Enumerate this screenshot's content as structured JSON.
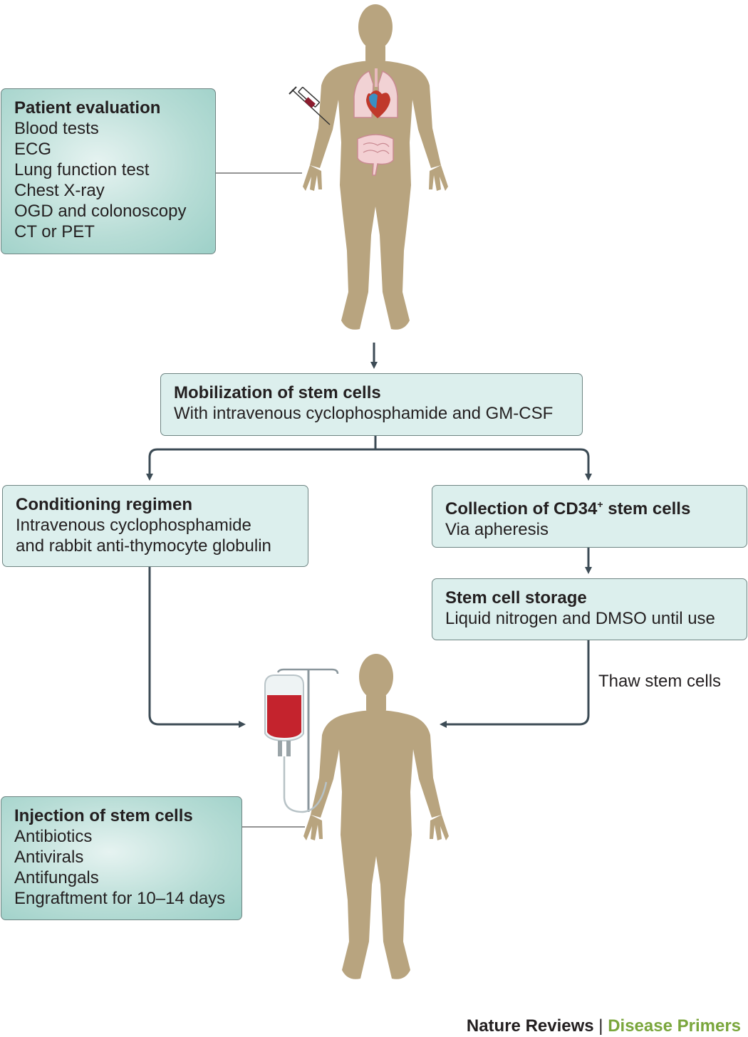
{
  "boxes": {
    "patient_evaluation": {
      "title": "Patient evaluation",
      "lines": [
        "Blood tests",
        "ECG",
        "Lung function test",
        "Chest X-ray",
        "OGD and colonoscopy",
        "CT or PET"
      ]
    },
    "mobilization": {
      "title": "Mobilization of stem cells",
      "lines": [
        "With intravenous cyclophosphamide and GM-CSF"
      ]
    },
    "conditioning": {
      "title": "Conditioning regimen",
      "lines": [
        "Intravenous cyclophosphamide",
        "and rabbit anti-thymocyte globulin"
      ]
    },
    "collection": {
      "title_main": "Collection of CD34",
      "title_sup": "+",
      "title_rest": " stem cells",
      "lines": [
        "Via apheresis"
      ]
    },
    "storage": {
      "title": "Stem cell storage",
      "lines": [
        "Liquid nitrogen and DMSO until use"
      ]
    },
    "injection": {
      "title": "Injection of stem cells",
      "lines": [
        "Antibiotics",
        "Antivirals",
        "Antifungals",
        "Engraftment for 10–14 days"
      ]
    }
  },
  "edge_labels": {
    "thaw": "Thaw stem cells"
  },
  "credit": {
    "publisher": "Nature Reviews",
    "separator": "|",
    "series": "Disease Primers"
  },
  "colors": {
    "body_silhouette": "#b8a47f",
    "arrow": "#3c4b55",
    "box_border": "#6f8583",
    "teal_box": "#a9d6cf",
    "light_box": "#dcefed",
    "blood_bag": "#c4232d",
    "credit_green": "#7aa63c"
  },
  "icons": [
    "syringe-icon",
    "lungs-icon",
    "heart-icon",
    "intestine-icon",
    "iv-blood-bag-icon",
    "human-silhouette-icon"
  ]
}
